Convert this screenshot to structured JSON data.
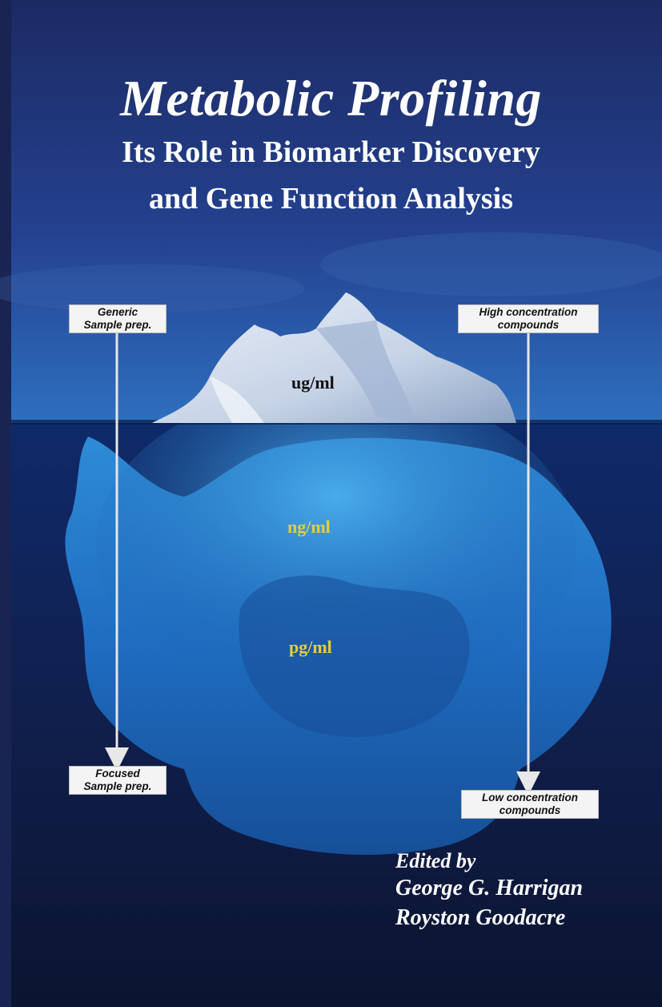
{
  "book": {
    "title": "Metabolic Profiling",
    "subtitle_line1": "Its Role in Biomarker Discovery",
    "subtitle_line2": "and Gene Function Analysis"
  },
  "diagram": {
    "left_top": [
      "Generic",
      "Sample prep."
    ],
    "left_bottom": [
      "Focused",
      "Sample prep."
    ],
    "right_top": [
      "High concentration",
      "compounds"
    ],
    "right_bottom": [
      "Low concentration",
      "compounds"
    ],
    "levels": [
      "ug/ml",
      "ng/ml",
      "pg/ml"
    ]
  },
  "editors": {
    "label": "Edited by",
    "names": [
      "George G. Harrigan",
      "Royston Goodacre"
    ]
  },
  "colors": {
    "background": "#1d2a5e",
    "level_text_above": "#111111",
    "level_text_below": "#e2cf3a"
  }
}
